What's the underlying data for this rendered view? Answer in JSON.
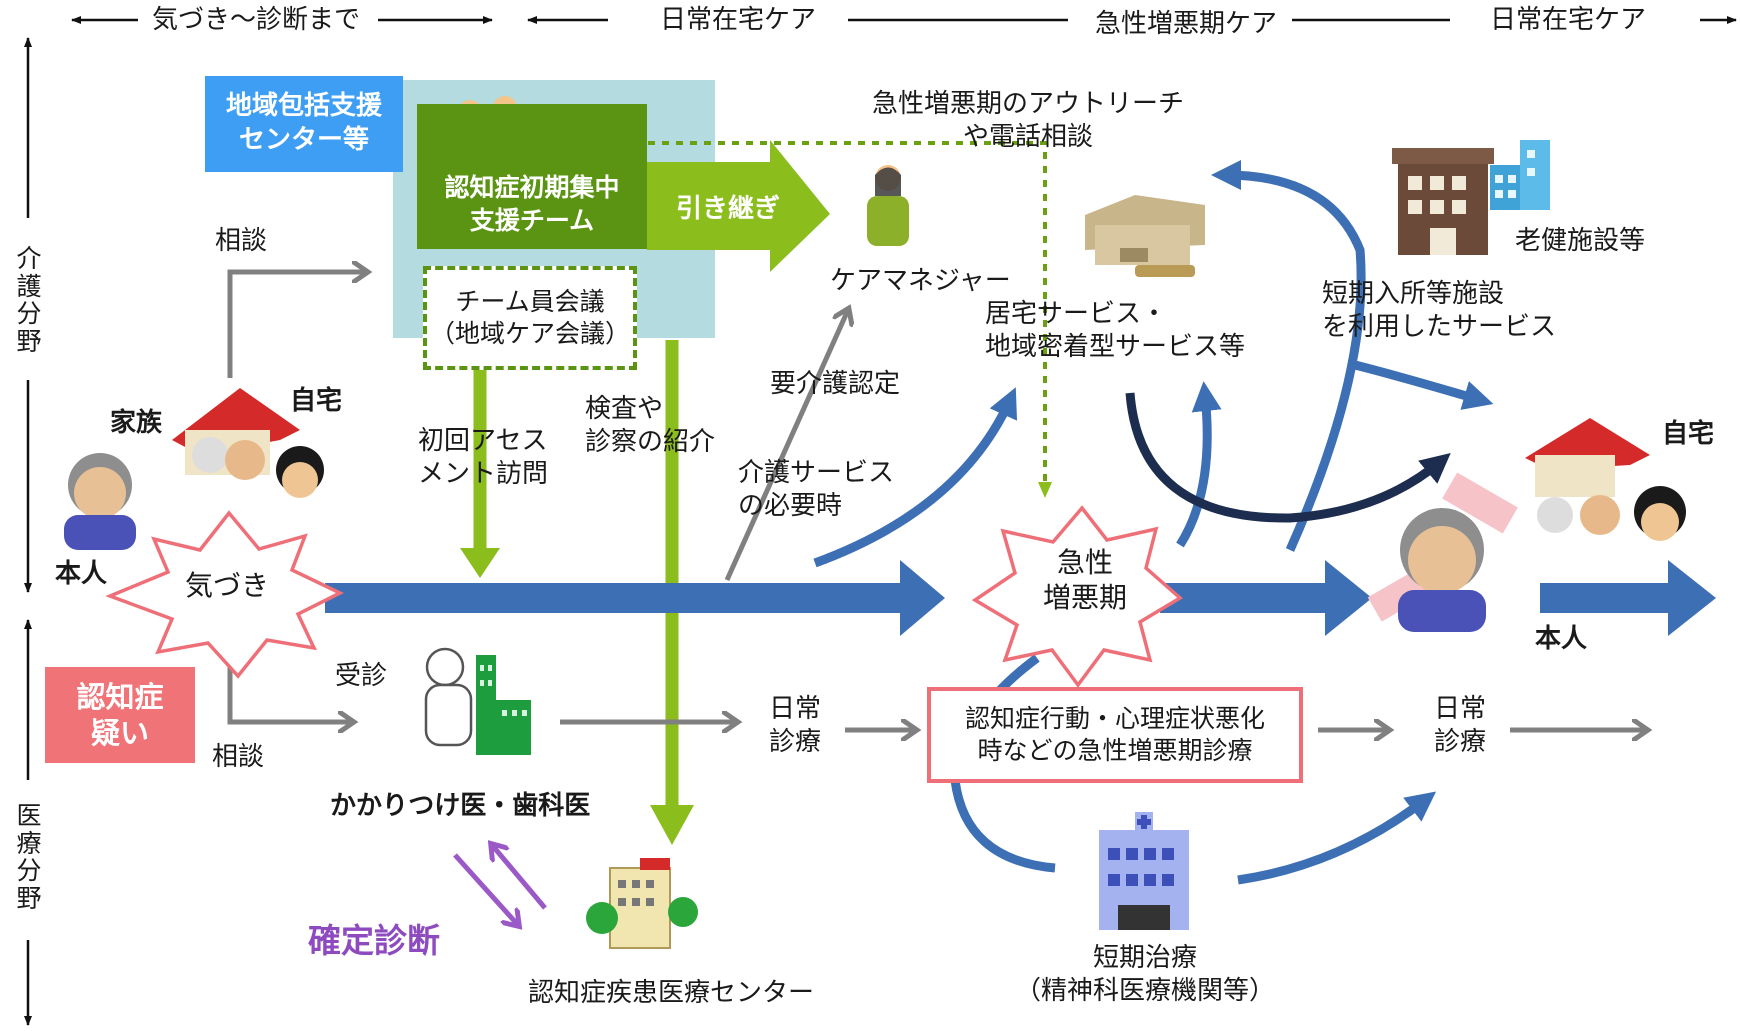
{
  "timeline": {
    "phase_awareness": "気づき～診断まで",
    "phase_home_care_1": "日常在宅ケア",
    "phase_acute_care": "急性増悪期ケア",
    "phase_home_care_2": "日常在宅ケア"
  },
  "axis": {
    "care_field": "介\n護\n分\n野",
    "medical_field": "医\n療\n分\n野"
  },
  "care_side": {
    "community_center": "地域包括支援\nセンター等",
    "initial_team": "認知症初期集中\n支援チーム",
    "team_meeting": "チーム員会議\n（地域ケア会議）",
    "handover": "引き継ぎ",
    "care_manager": "ケアマネジャー",
    "consult_top": "相談",
    "first_visit": "初回アセス\nメント訪問",
    "exam_referral": "検査や\n診察の紹介",
    "care_cert": "要介護認定",
    "care_needed": "介護サービス\nの必要時",
    "outreach": "急性増悪期のアウトリーチ\nや電話相談",
    "home_service": "居宅サービス・\n地域密着型サービス等",
    "short_stay": "短期入所等施設\nを利用したサービス",
    "geriatric_facility": "老健施設等"
  },
  "people": {
    "family": "家族",
    "home_left": "自宅",
    "self_left": "本人",
    "awareness": "気づき",
    "acute": "急性\n増悪期",
    "home_right": "自宅",
    "self_right": "本人"
  },
  "medical_side": {
    "suspected": "認知症\n疑い",
    "visit": "受診",
    "consult_bottom": "相談",
    "family_doctor": "かかりつけ医・歯科医",
    "daily_care_1": "日常\n診療",
    "acute_care_box": "認知症行動・心理症状悪化\n時などの急性増悪期診療",
    "daily_care_2": "日常\n診療",
    "definitive_dx": "確定診断",
    "dementia_center": "認知症疾患医療センター",
    "short_treatment": "短期治療\n（精神科医療機関等）"
  },
  "colors": {
    "main_arrow": "#3d6fb5",
    "green": "#8bbd1c",
    "team_green": "#5a9412",
    "gray": "#808080",
    "purple": "#9b59c8",
    "pink": "#f07377",
    "navy": "#1c2d4f",
    "teal_bg": "#b4dce0",
    "blue_box": "#3e9ef3"
  }
}
